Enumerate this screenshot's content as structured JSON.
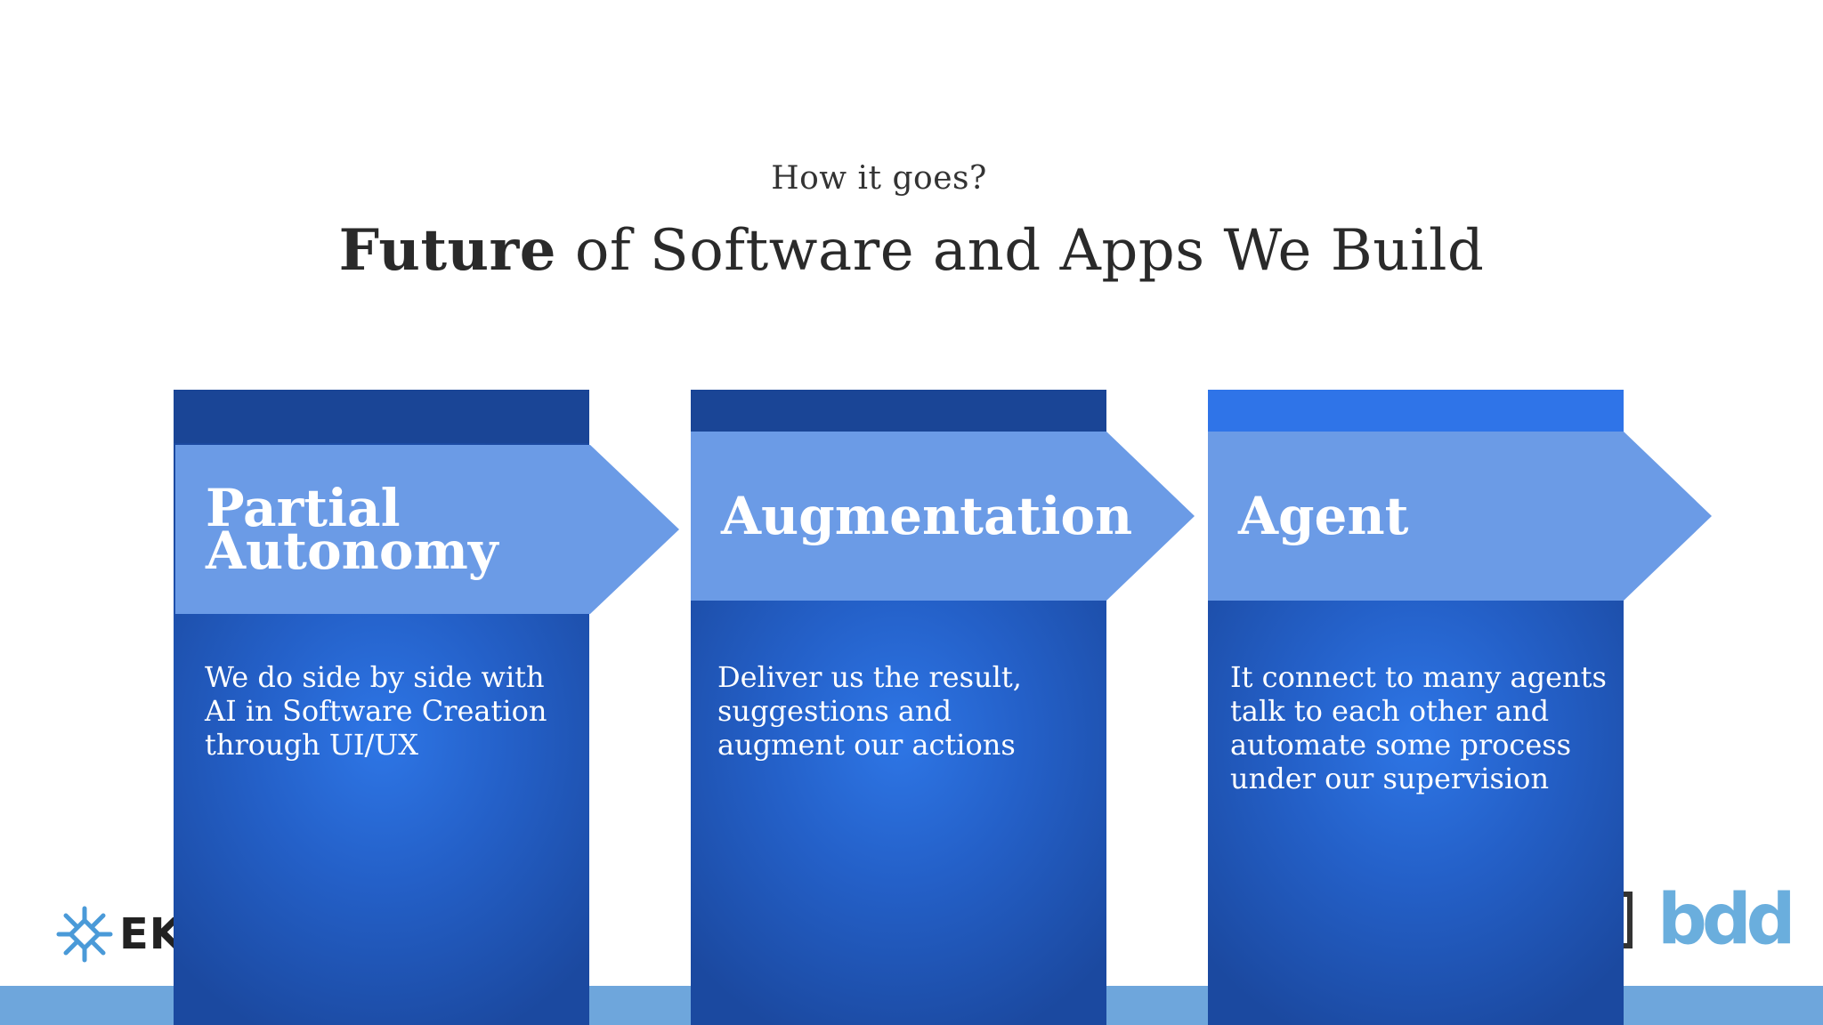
{
  "slide": {
    "subtitle": "How it goes?",
    "title_bold": "Future",
    "title_rest": " of Software and Apps We Build"
  },
  "steps": [
    {
      "label": "Partial Autonomy",
      "description": "We do side by side with AI in Software Creation through UI/UX"
    },
    {
      "label": "Augmentation",
      "description": "Deliver us the result, suggestions and augment our actions"
    },
    {
      "label": "Agent",
      "description": "It connect to many agents talk to each other and automate some process under our supervision"
    }
  ],
  "logos": {
    "left_text": "EK",
    "left_icon": "snowflake-star-icon",
    "right_text": "bdd"
  },
  "colors": {
    "card_blue": "#2460c8",
    "card_dark_strip": "#1a4596",
    "arrow_light": "#6b9be6",
    "bottom_band": "#6ea6dc",
    "logo_blue": "#6aaedd"
  }
}
